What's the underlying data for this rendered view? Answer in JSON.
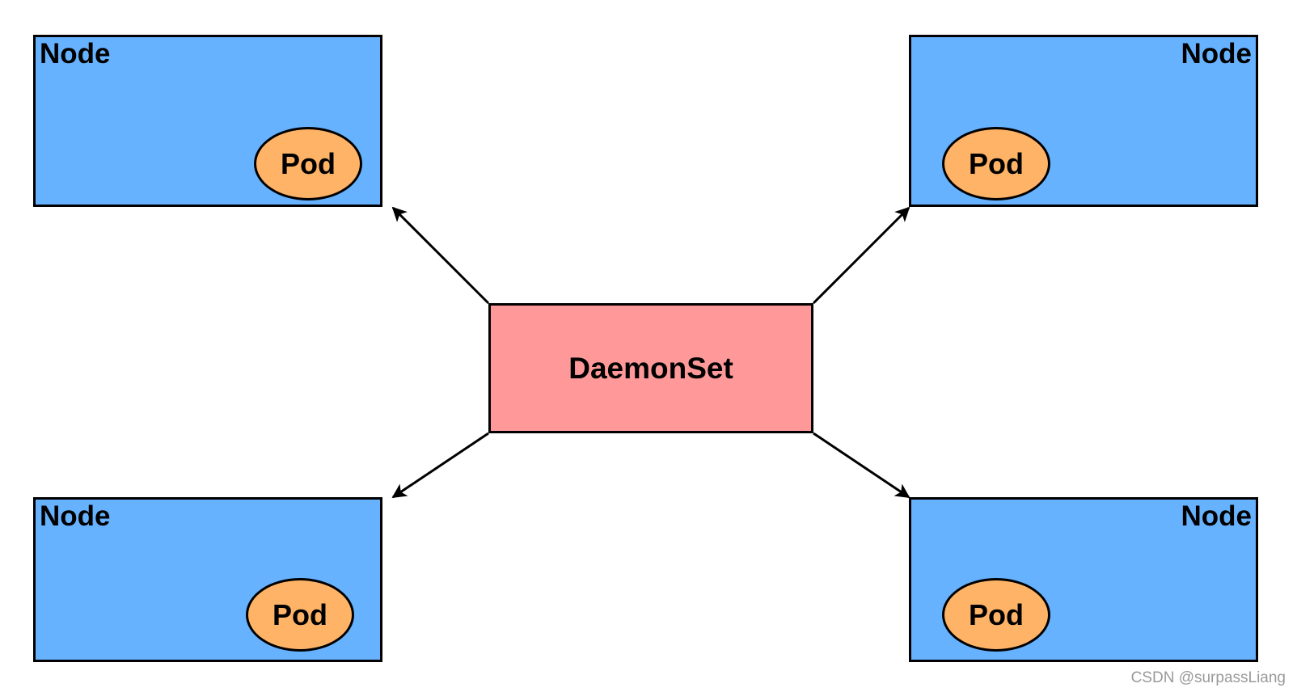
{
  "colors": {
    "node_fill": "#66b2ff",
    "pod_fill": "#ffb366",
    "daemonset_fill": "#ff9999",
    "stroke": "#000000"
  },
  "daemonset": {
    "label": "DaemonSet"
  },
  "nodes": [
    {
      "label": "Node",
      "pod": {
        "label": "Pod"
      }
    },
    {
      "label": "Node",
      "pod": {
        "label": "Pod"
      }
    },
    {
      "label": "Node",
      "pod": {
        "label": "Pod"
      }
    },
    {
      "label": "Node",
      "pod": {
        "label": "Pod"
      }
    }
  ],
  "watermark": "CSDN @surpassLiang"
}
